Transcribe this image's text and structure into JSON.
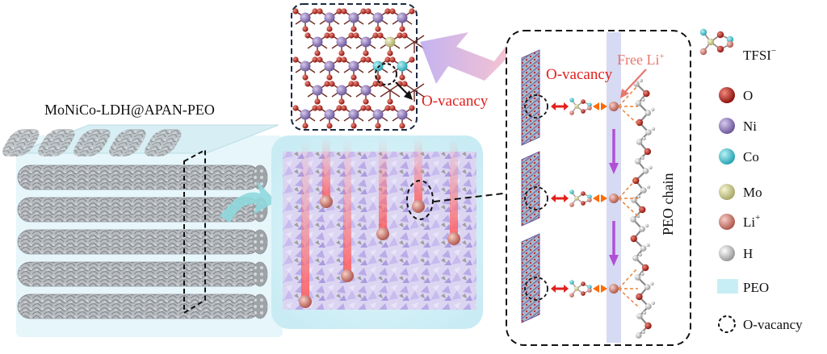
{
  "title": "MoNiCo-LDH@APAN-PEO",
  "callouts": {
    "o_vacancy_main": "O-vacancy",
    "o_vacancy_top": "O-vacancy",
    "free_li": "Free Li",
    "free_li_sup": "+",
    "peo_chain": "PEO chain"
  },
  "legend": [
    {
      "label": "TFSI",
      "sup": "−",
      "icon": "tfsi-molecule-icon"
    },
    {
      "label": "O",
      "sup": "",
      "icon": "oxygen-atom-icon",
      "color": "#b5261e"
    },
    {
      "label": "Ni",
      "sup": "",
      "icon": "nickel-atom-icon",
      "color": "#9b86c4"
    },
    {
      "label": "Co",
      "sup": "",
      "icon": "cobalt-atom-icon",
      "color": "#56cbd8"
    },
    {
      "label": "Mo",
      "sup": "",
      "icon": "molybdenum-atom-icon",
      "color": "#d9d99a"
    },
    {
      "label": "Li",
      "sup": "+",
      "icon": "lithium-ion-icon",
      "color": "#d98a80"
    },
    {
      "label": "H",
      "sup": "",
      "icon": "hydrogen-atom-icon",
      "color": "#e8e8e8"
    },
    {
      "label": "PEO",
      "sup": "",
      "icon": "peo-swatch-icon",
      "color": "#c8eef5"
    },
    {
      "label": "O-vacancy",
      "sup": "",
      "icon": "vacancy-circle-icon"
    }
  ]
}
